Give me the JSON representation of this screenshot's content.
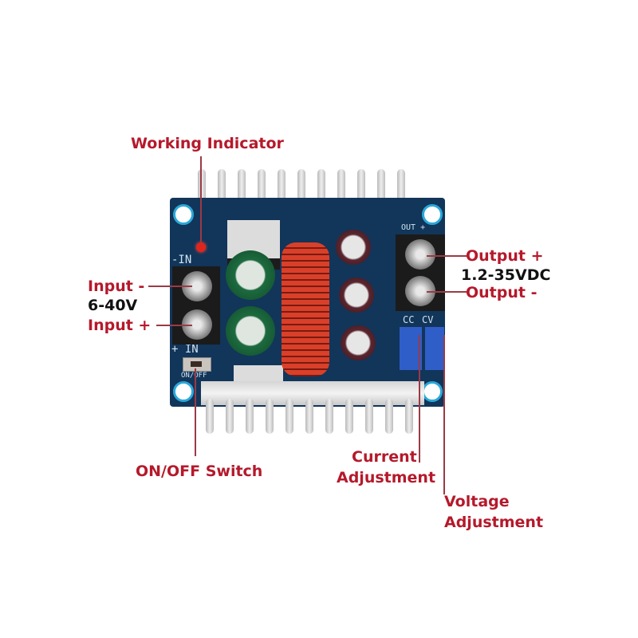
{
  "diagram": {
    "subject": "DC-DC buck converter module",
    "labels": {
      "working_indicator": "Working Indicator",
      "input_minus": "Input -",
      "input_range": "6-40V",
      "input_plus": "Input +",
      "output_plus": "Output +",
      "output_range": "1.2-35VDC",
      "output_minus": "Output -",
      "on_off_switch": "ON/OFF Switch",
      "current_adj_line1": "Current",
      "current_adj_line2": "Adjustment",
      "voltage_adj_line1": "Voltage",
      "voltage_adj_line2": "Adjustment"
    },
    "silkscreen": {
      "in_minus": "-IN",
      "in_plus": "+ IN",
      "out_plus": "OUT +",
      "cc": "CC",
      "cv": "CV",
      "on_off": "ON/OFF"
    },
    "colors": {
      "label_red": "#b5192b",
      "label_black": "#111111",
      "pcb_blue": "#12355a",
      "leader_line": "#9b3a46"
    }
  }
}
